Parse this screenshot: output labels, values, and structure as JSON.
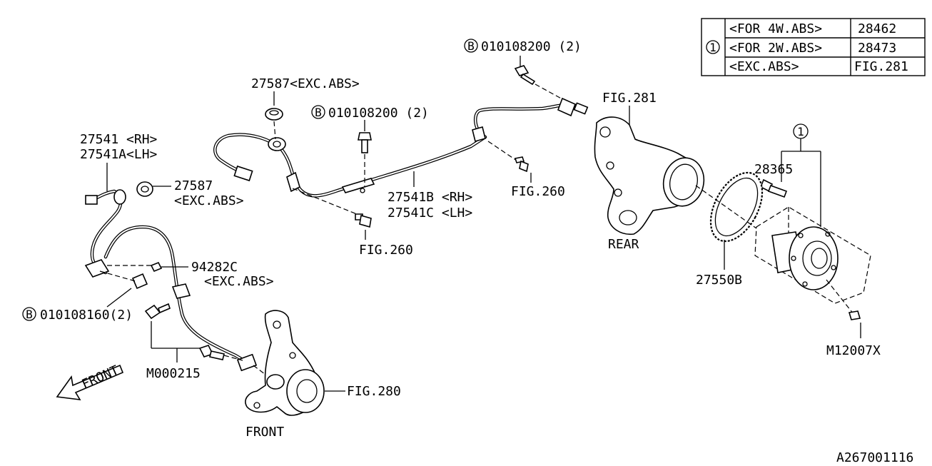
{
  "diagram_id": "A267001116",
  "table": {
    "ref_symbol": "1",
    "rows": [
      {
        "condition": "<FOR 4W.ABS>",
        "part": "28462"
      },
      {
        "condition": "<FOR 2W.ABS>",
        "part": "28473"
      },
      {
        "condition": "<EXC.ABS>",
        "part": "FIG.281"
      }
    ]
  },
  "labels": {
    "bolt_top": {
      "prefix": "B",
      "text": "010108200 (2)"
    },
    "bolt_mid": {
      "prefix": "B",
      "text": "010108200 (2)"
    },
    "bolt_left": {
      "prefix": "B",
      "text": "010108160(2)"
    },
    "grommet_top": "27587<EXC.ABS>",
    "sensor_rh": "27541 <RH>",
    "sensor_lh": "27541A<LH>",
    "grommet_side_1": "27587",
    "grommet_side_2": "<EXC.ABS>",
    "harness_rh": "27541B <RH>",
    "harness_lh": "27541C <LH>",
    "fig260_a": "FIG.260",
    "fig260_b": "FIG.260",
    "fig281": "FIG.281",
    "rear": "REAR",
    "callout_1": "1",
    "bolt_28365": "28365",
    "tone_ring": "27550B",
    "hub_bolt": "M12007X",
    "clip_1": "94282C",
    "clip_2": "<EXC.ABS>",
    "m000215": "M000215",
    "fig280": "FIG.280",
    "front_knuckle": "FRONT",
    "front_arrow": "FRONT"
  }
}
